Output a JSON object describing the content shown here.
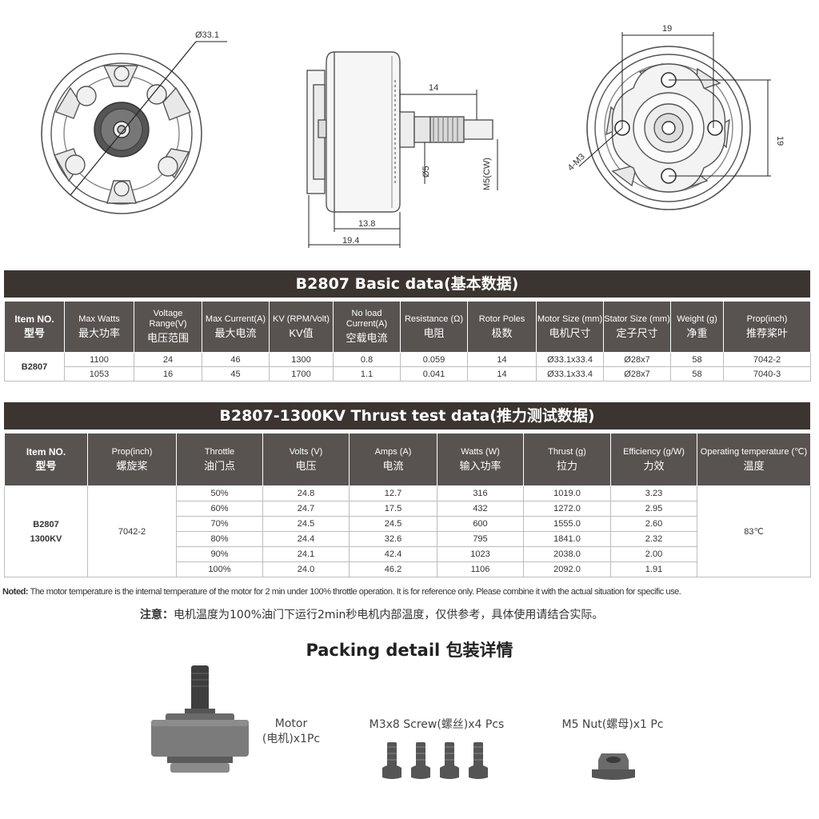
{
  "drawing": {
    "diameter_label": "Ø33.1",
    "shaft_len_label": "14",
    "len1_label": "13.8",
    "len2_label": "19.4",
    "shaft_d_label": "Ø5",
    "thread_label": "M5(CW)",
    "hole_w_label": "19",
    "hole_h_label": "19",
    "screw_label": "4-M3"
  },
  "basic": {
    "title": "B2807 Basic data(基本数据)",
    "headers": [
      {
        "en": "Item NO.",
        "cn": "型号"
      },
      {
        "en": "Max Watts",
        "cn": "最大功率"
      },
      {
        "en": "Voltage Range(V)",
        "cn": "电压范围"
      },
      {
        "en": "Max Current(A)",
        "cn": "最大电流"
      },
      {
        "en": "KV (RPM/Volt)",
        "cn": "KV值"
      },
      {
        "en": "No load Current(A)",
        "cn": "空载电流"
      },
      {
        "en": "Resistance (Ω)",
        "cn": "电阻"
      },
      {
        "en": "Rotor Poles",
        "cn": "极数"
      },
      {
        "en": "Motor Size (mm)",
        "cn": "电机尺寸"
      },
      {
        "en": "Stator Size (mm)",
        "cn": "定子尺寸"
      },
      {
        "en": "Weight (g)",
        "cn": "净重"
      },
      {
        "en": "Prop(inch)",
        "cn": "推荐桨叶"
      }
    ],
    "item": "B2807",
    "rows": [
      [
        "1100",
        "24",
        "46",
        "1300",
        "0.8",
        "0.059",
        "14",
        "Ø33.1x33.4",
        "Ø28x7",
        "58",
        "7042-2"
      ],
      [
        "1053",
        "16",
        "45",
        "1700",
        "1.1",
        "0.041",
        "14",
        "Ø33.1x33.4",
        "Ø28x7",
        "58",
        "7040-3"
      ]
    ]
  },
  "thrust": {
    "title": "B2807-1300KV Thrust test data(推力测试数据)",
    "headers": [
      {
        "en": "Item NO.",
        "cn": "型号"
      },
      {
        "en": "Prop(inch)",
        "cn": "螺旋桨"
      },
      {
        "en": "Throttle",
        "cn": "油门点"
      },
      {
        "en": "Volts (V)",
        "cn": "电压"
      },
      {
        "en": "Amps (A)",
        "cn": "电流"
      },
      {
        "en": "Watts (W)",
        "cn": "输入功率"
      },
      {
        "en": "Thrust (g)",
        "cn": "拉力"
      },
      {
        "en": "Efficiency (g/W)",
        "cn": "力效"
      },
      {
        "en": "Operating temperature (℃)",
        "cn": "温度"
      }
    ],
    "item_line1": "B2807",
    "item_line2": "1300KV",
    "prop": "7042-2",
    "temp": "83℃",
    "rows": [
      [
        "50%",
        "24.8",
        "12.7",
        "316",
        "1019.0",
        "3.23"
      ],
      [
        "60%",
        "24.7",
        "17.5",
        "432",
        "1272.0",
        "2.95"
      ],
      [
        "70%",
        "24.5",
        "24.5",
        "600",
        "1555.0",
        "2.60"
      ],
      [
        "80%",
        "24.4",
        "32.6",
        "795",
        "1841.0",
        "2.32"
      ],
      [
        "90%",
        "24.1",
        "42.4",
        "1023",
        "2038.0",
        "2.00"
      ],
      [
        "100%",
        "24.0",
        "46.2",
        "1106",
        "2092.0",
        "1.91"
      ]
    ]
  },
  "note": {
    "en_label": "Noted:",
    "en_text": "The motor temperature is the internal temperature of the motor for 2 min  under 100% throttle operation. It is for reference only. Please combine it with the actual situation for specific use.",
    "cn_label": "注意：",
    "cn_text": "电机温度为100%油门下运行2min秒电机内部温度，仅供参考，具体使用请结合实际。"
  },
  "packing": {
    "title": "Packing detail 包装详情",
    "motor_line1": "Motor",
    "motor_line2": "(电机)x1Pc",
    "screw": "M3x8 Screw(螺丝)x4 Pcs",
    "nut": "M5 Nut(螺母)x1 Pc"
  }
}
